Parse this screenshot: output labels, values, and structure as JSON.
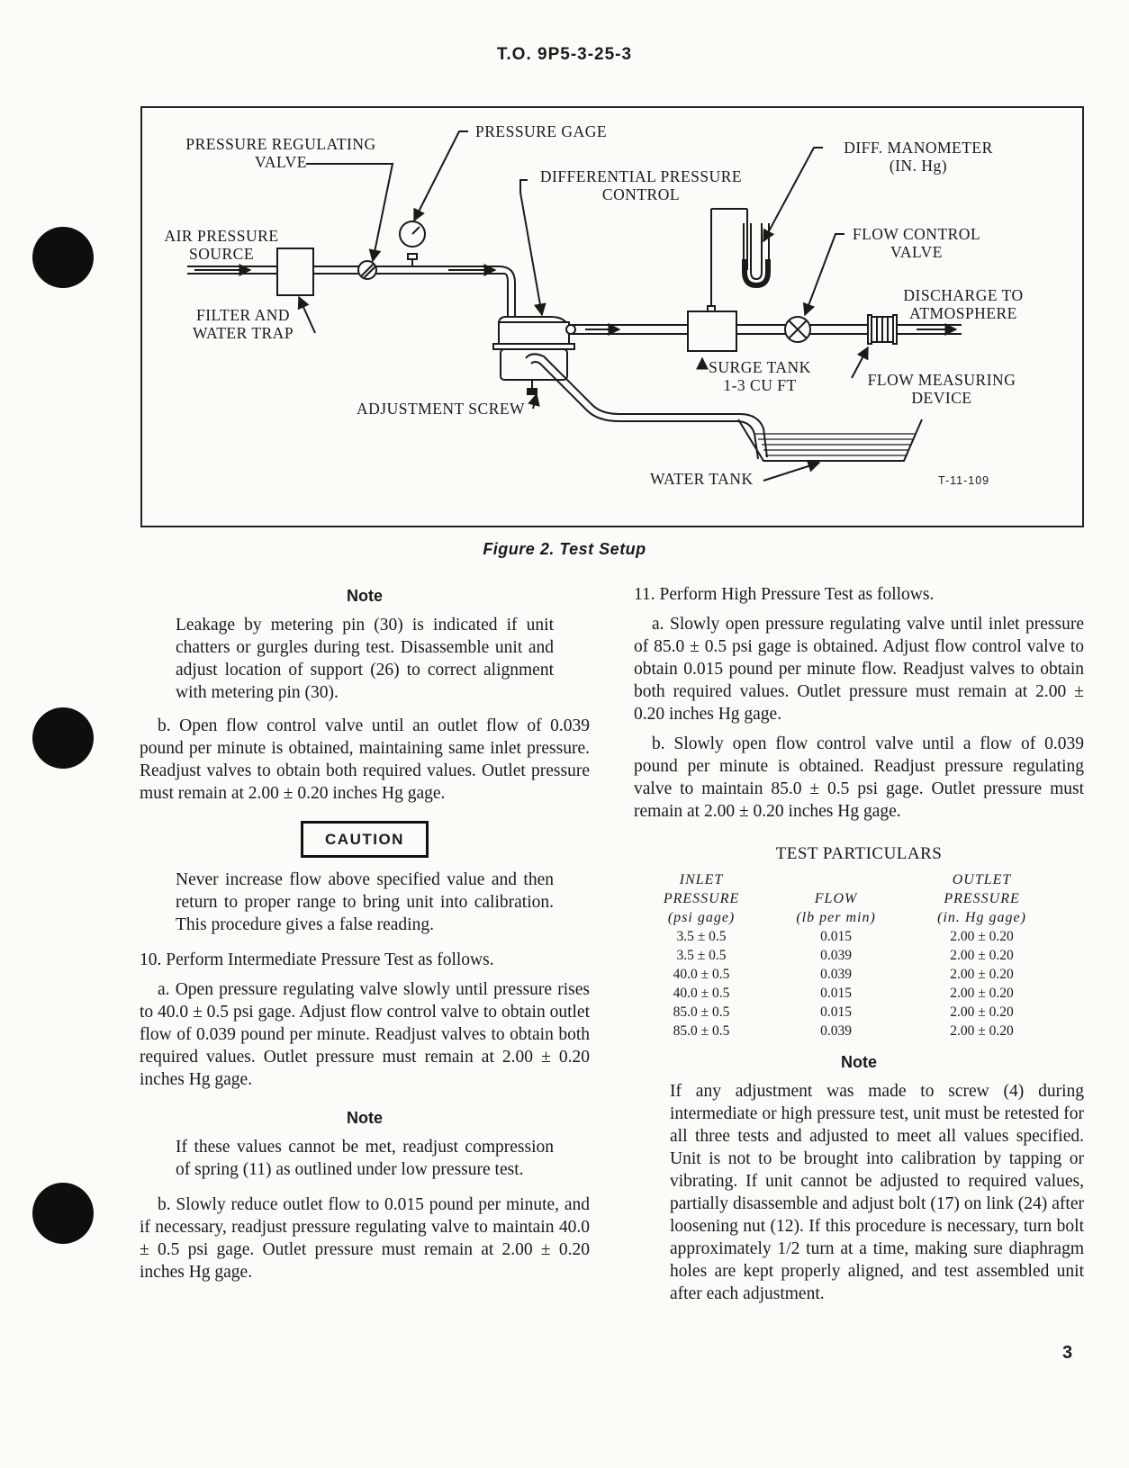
{
  "header": "T.O. 9P5-3-25-3",
  "figure": {
    "labels": {
      "pressure_regulating_valve": [
        "PRESSURE REGULATING",
        "VALVE"
      ],
      "pressure_gage": "PRESSURE GAGE",
      "differential_pressure_control": [
        "DIFFERENTIAL PRESSURE",
        "CONTROL"
      ],
      "diff_manometer": [
        "DIFF. MANOMETER",
        "(IN. Hg)"
      ],
      "air_pressure_source": [
        "AIR PRESSURE",
        "SOURCE"
      ],
      "flow_control_valve": [
        "FLOW CONTROL",
        "VALVE"
      ],
      "discharge": [
        "DISCHARGE TO",
        "ATMOSPHERE"
      ],
      "filter": [
        "FILTER AND",
        "WATER TRAP"
      ],
      "surge_tank": [
        "SURGE TANK",
        "1-3 CU FT"
      ],
      "flow_measuring": [
        "FLOW MEASURING",
        "DEVICE"
      ],
      "adjustment_screw": "ADJUSTMENT SCREW",
      "water_tank": "WATER TANK",
      "drawing_number": "T-11-109"
    },
    "caption": "Figure 2. Test Setup"
  },
  "left_column": {
    "note1_heading": "Note",
    "note1_text": "Leakage by metering pin (30) is indicated if unit chatters or gurgles during test. Disassemble unit and adjust location of support (26) to correct alignment with metering pin (30).",
    "para_b1": "b. Open flow control valve until an outlet flow of 0.039 pound per minute is obtained, maintaining same inlet pressure. Readjust valves to obtain both required values. Outlet pressure must remain at 2.00 ± 0.20 inches Hg gage.",
    "caution_label": "CAUTION",
    "caution_text": "Never increase flow above specified value and then return to proper range to bring unit into calibration. This procedure gives a false reading.",
    "step10": "10. Perform Intermediate Pressure Test as follows.",
    "para_10a": "a. Open pressure regulating valve slowly until pressure rises to 40.0 ± 0.5 psi gage. Adjust flow control valve to obtain outlet flow of 0.039 pound per minute. Readjust valves to obtain both required values. Outlet pressure must remain at 2.00 ± 0.20 inches Hg gage.",
    "note2_heading": "Note",
    "note2_text": "If these values cannot be met, readjust compression of spring (11) as outlined under low pressure test.",
    "para_10b": "b. Slowly reduce outlet flow to 0.015 pound per minute, and if necessary, readjust pressure regulating valve to maintain 40.0 ± 0.5 psi gage. Outlet pressure must remain at 2.00 ± 0.20 inches Hg gage."
  },
  "right_column": {
    "step11": "11. Perform High Pressure Test as follows.",
    "para_11a": "a. Slowly open pressure regulating valve until inlet pressure of 85.0 ± 0.5 psi gage is obtained. Adjust flow control valve to obtain 0.015 pound per minute flow. Readjust valves to obtain both required values. Outlet pressure must remain at 2.00 ± 0.20 inches Hg gage.",
    "para_11b": "b. Slowly open flow control valve until a flow of 0.039 pound per minute is obtained. Readjust pressure regulating valve to maintain 85.0 ± 0.5 psi gage. Outlet pressure must remain at 2.00 ± 0.20 inches Hg gage.",
    "table_title": "TEST PARTICULARS",
    "table_headers": {
      "inlet": [
        "INLET",
        "PRESSURE",
        "(psi gage)"
      ],
      "flow": [
        "FLOW",
        "(lb per min)"
      ],
      "outlet": [
        "OUTLET",
        "PRESSURE",
        "(in. Hg gage)"
      ]
    },
    "table_rows": [
      [
        "3.5 ± 0.5",
        "0.015",
        "2.00 ± 0.20"
      ],
      [
        "3.5 ± 0.5",
        "0.039",
        "2.00 ± 0.20"
      ],
      [
        "40.0 ± 0.5",
        "0.039",
        "2.00 ± 0.20"
      ],
      [
        "40.0 ± 0.5",
        "0.015",
        "2.00 ± 0.20"
      ],
      [
        "85.0 ± 0.5",
        "0.015",
        "2.00 ± 0.20"
      ],
      [
        "85.0 ± 0.5",
        "0.039",
        "2.00 ± 0.20"
      ]
    ],
    "note3_heading": "Note",
    "note3_text": "If any adjustment was made to screw (4) during intermediate or high pressure test, unit must be retested for all three tests and adjusted to meet all values specified. Unit is not to be brought into calibration by tapping or vibrating. If unit cannot be adjusted to required values, partially disassemble and adjust bolt (17) on link (24) after loosening nut (12). If this procedure is necessary, turn bolt approximately 1/2 turn at a time, making sure diaphragm holes are kept properly aligned, and test assembled unit after each adjustment."
  },
  "page_number": "3"
}
